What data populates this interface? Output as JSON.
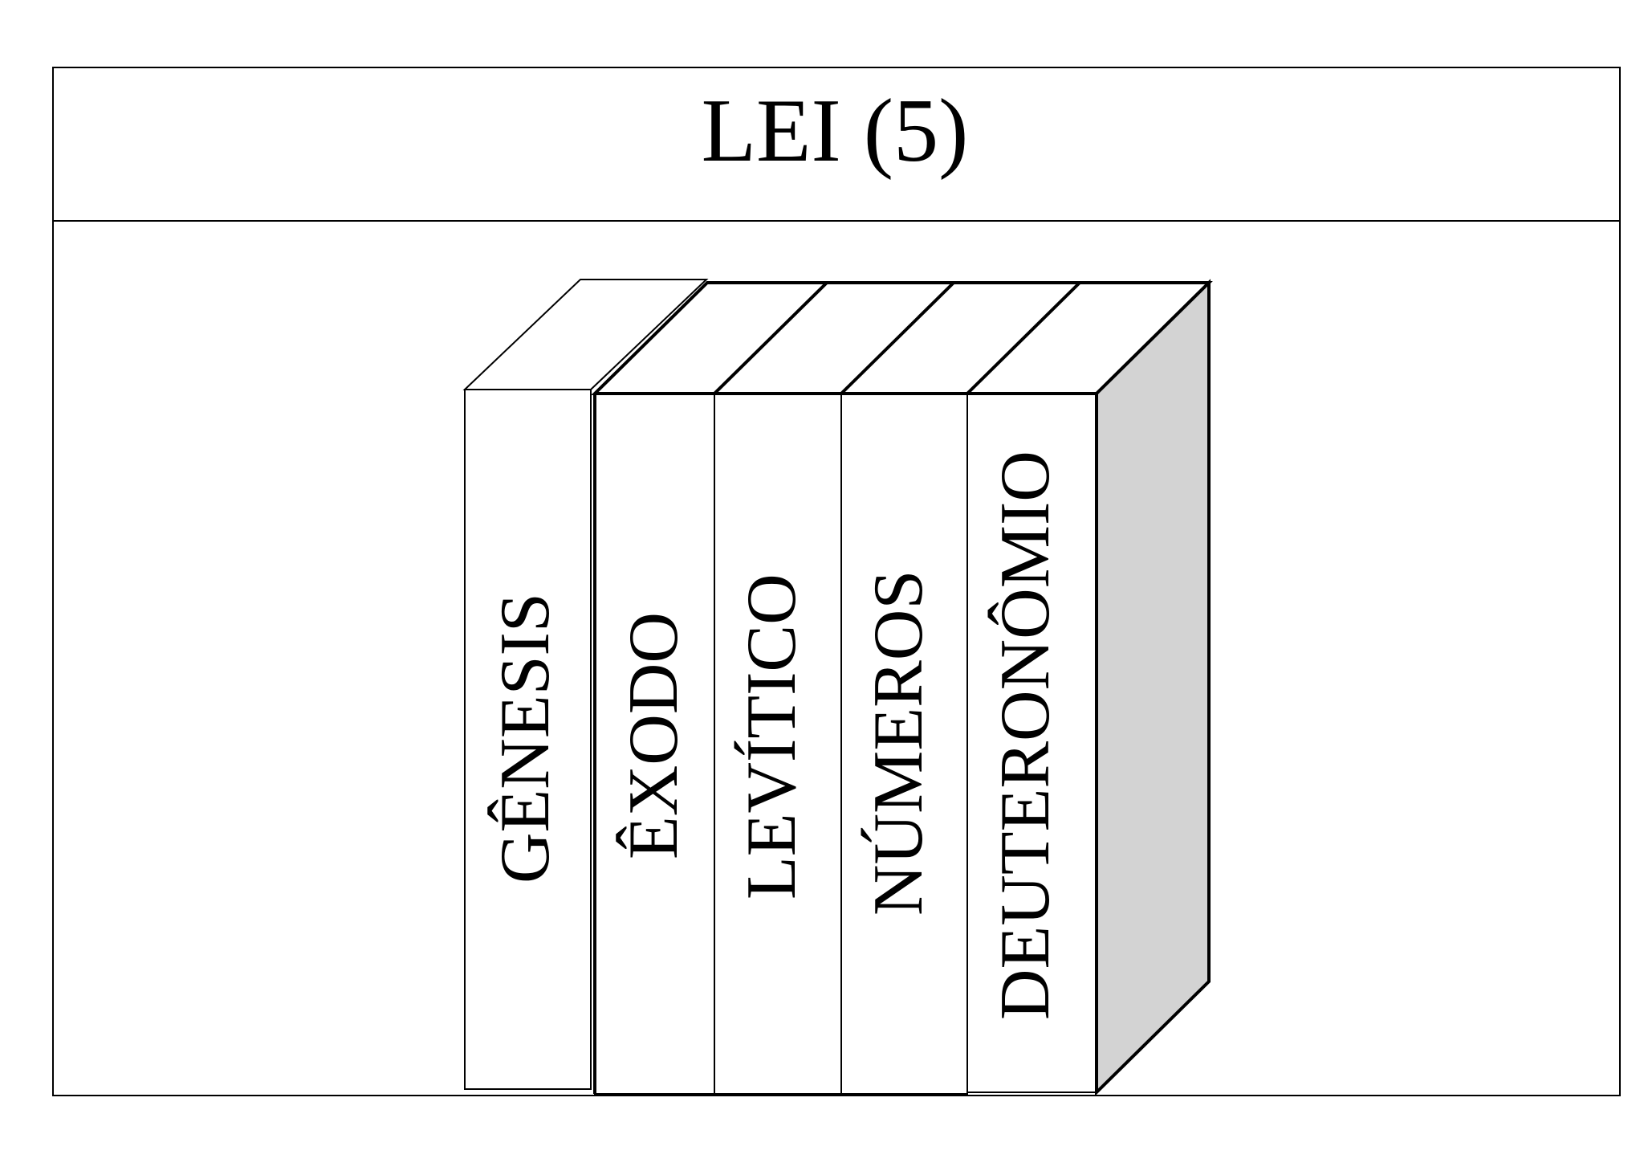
{
  "header": {
    "title": "LEI (5)"
  },
  "books": [
    {
      "label": "GÊNESIS"
    },
    {
      "label": "ÊXODO"
    },
    {
      "label": "LEVÍTICO"
    },
    {
      "label": "NÚMEROS"
    },
    {
      "label": "DEUTERONÔMIO"
    }
  ],
  "colors": {
    "side_panel": "#d3d3d3",
    "stroke": "#000000",
    "background": "#ffffff"
  }
}
